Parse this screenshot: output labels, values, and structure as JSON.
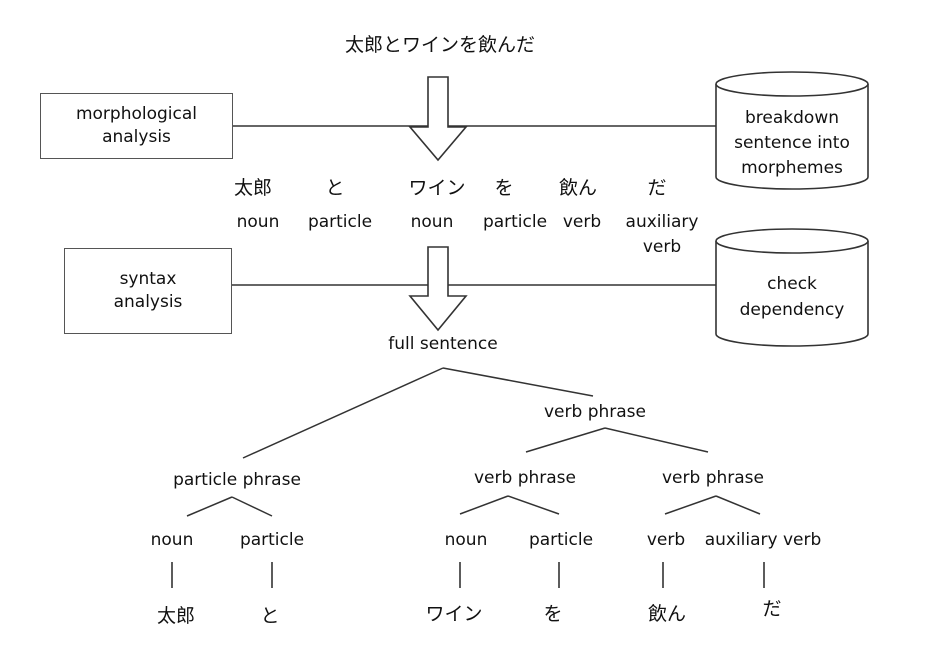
{
  "sentence": "太郎とワインを飲んだ",
  "morph": {
    "box_line1": "morphological",
    "box_line2": "analysis",
    "db_line1": "breakdown",
    "db_line2": "sentence into",
    "db_line3": "morphemes"
  },
  "syntax": {
    "box_line1": "syntax",
    "box_line2": "analysis",
    "db_line1": "check",
    "db_line2": "dependency"
  },
  "morphemes": [
    {
      "word": "太郎",
      "pos": "noun"
    },
    {
      "word": "と",
      "pos": "particle"
    },
    {
      "word": "ワイン",
      "pos": "noun"
    },
    {
      "word": "を",
      "pos": "particle"
    },
    {
      "word": "飲ん",
      "pos": "verb"
    },
    {
      "word": "だ",
      "pos": "auxiliary",
      "pos2": "verb"
    }
  ],
  "tree": {
    "root": "full sentence",
    "vp_top": "verb phrase",
    "pp": "particle phrase",
    "vp_left": "verb phrase",
    "vp_right": "verb phrase",
    "leaves": [
      {
        "pos": "noun",
        "word": "太郎"
      },
      {
        "pos": "particle",
        "word": "と"
      },
      {
        "pos": "noun",
        "word": "ワイン"
      },
      {
        "pos": "particle",
        "word": "を"
      },
      {
        "pos": "verb",
        "word": "飲ん"
      },
      {
        "pos": "auxiliary verb",
        "word": "だ"
      }
    ]
  }
}
